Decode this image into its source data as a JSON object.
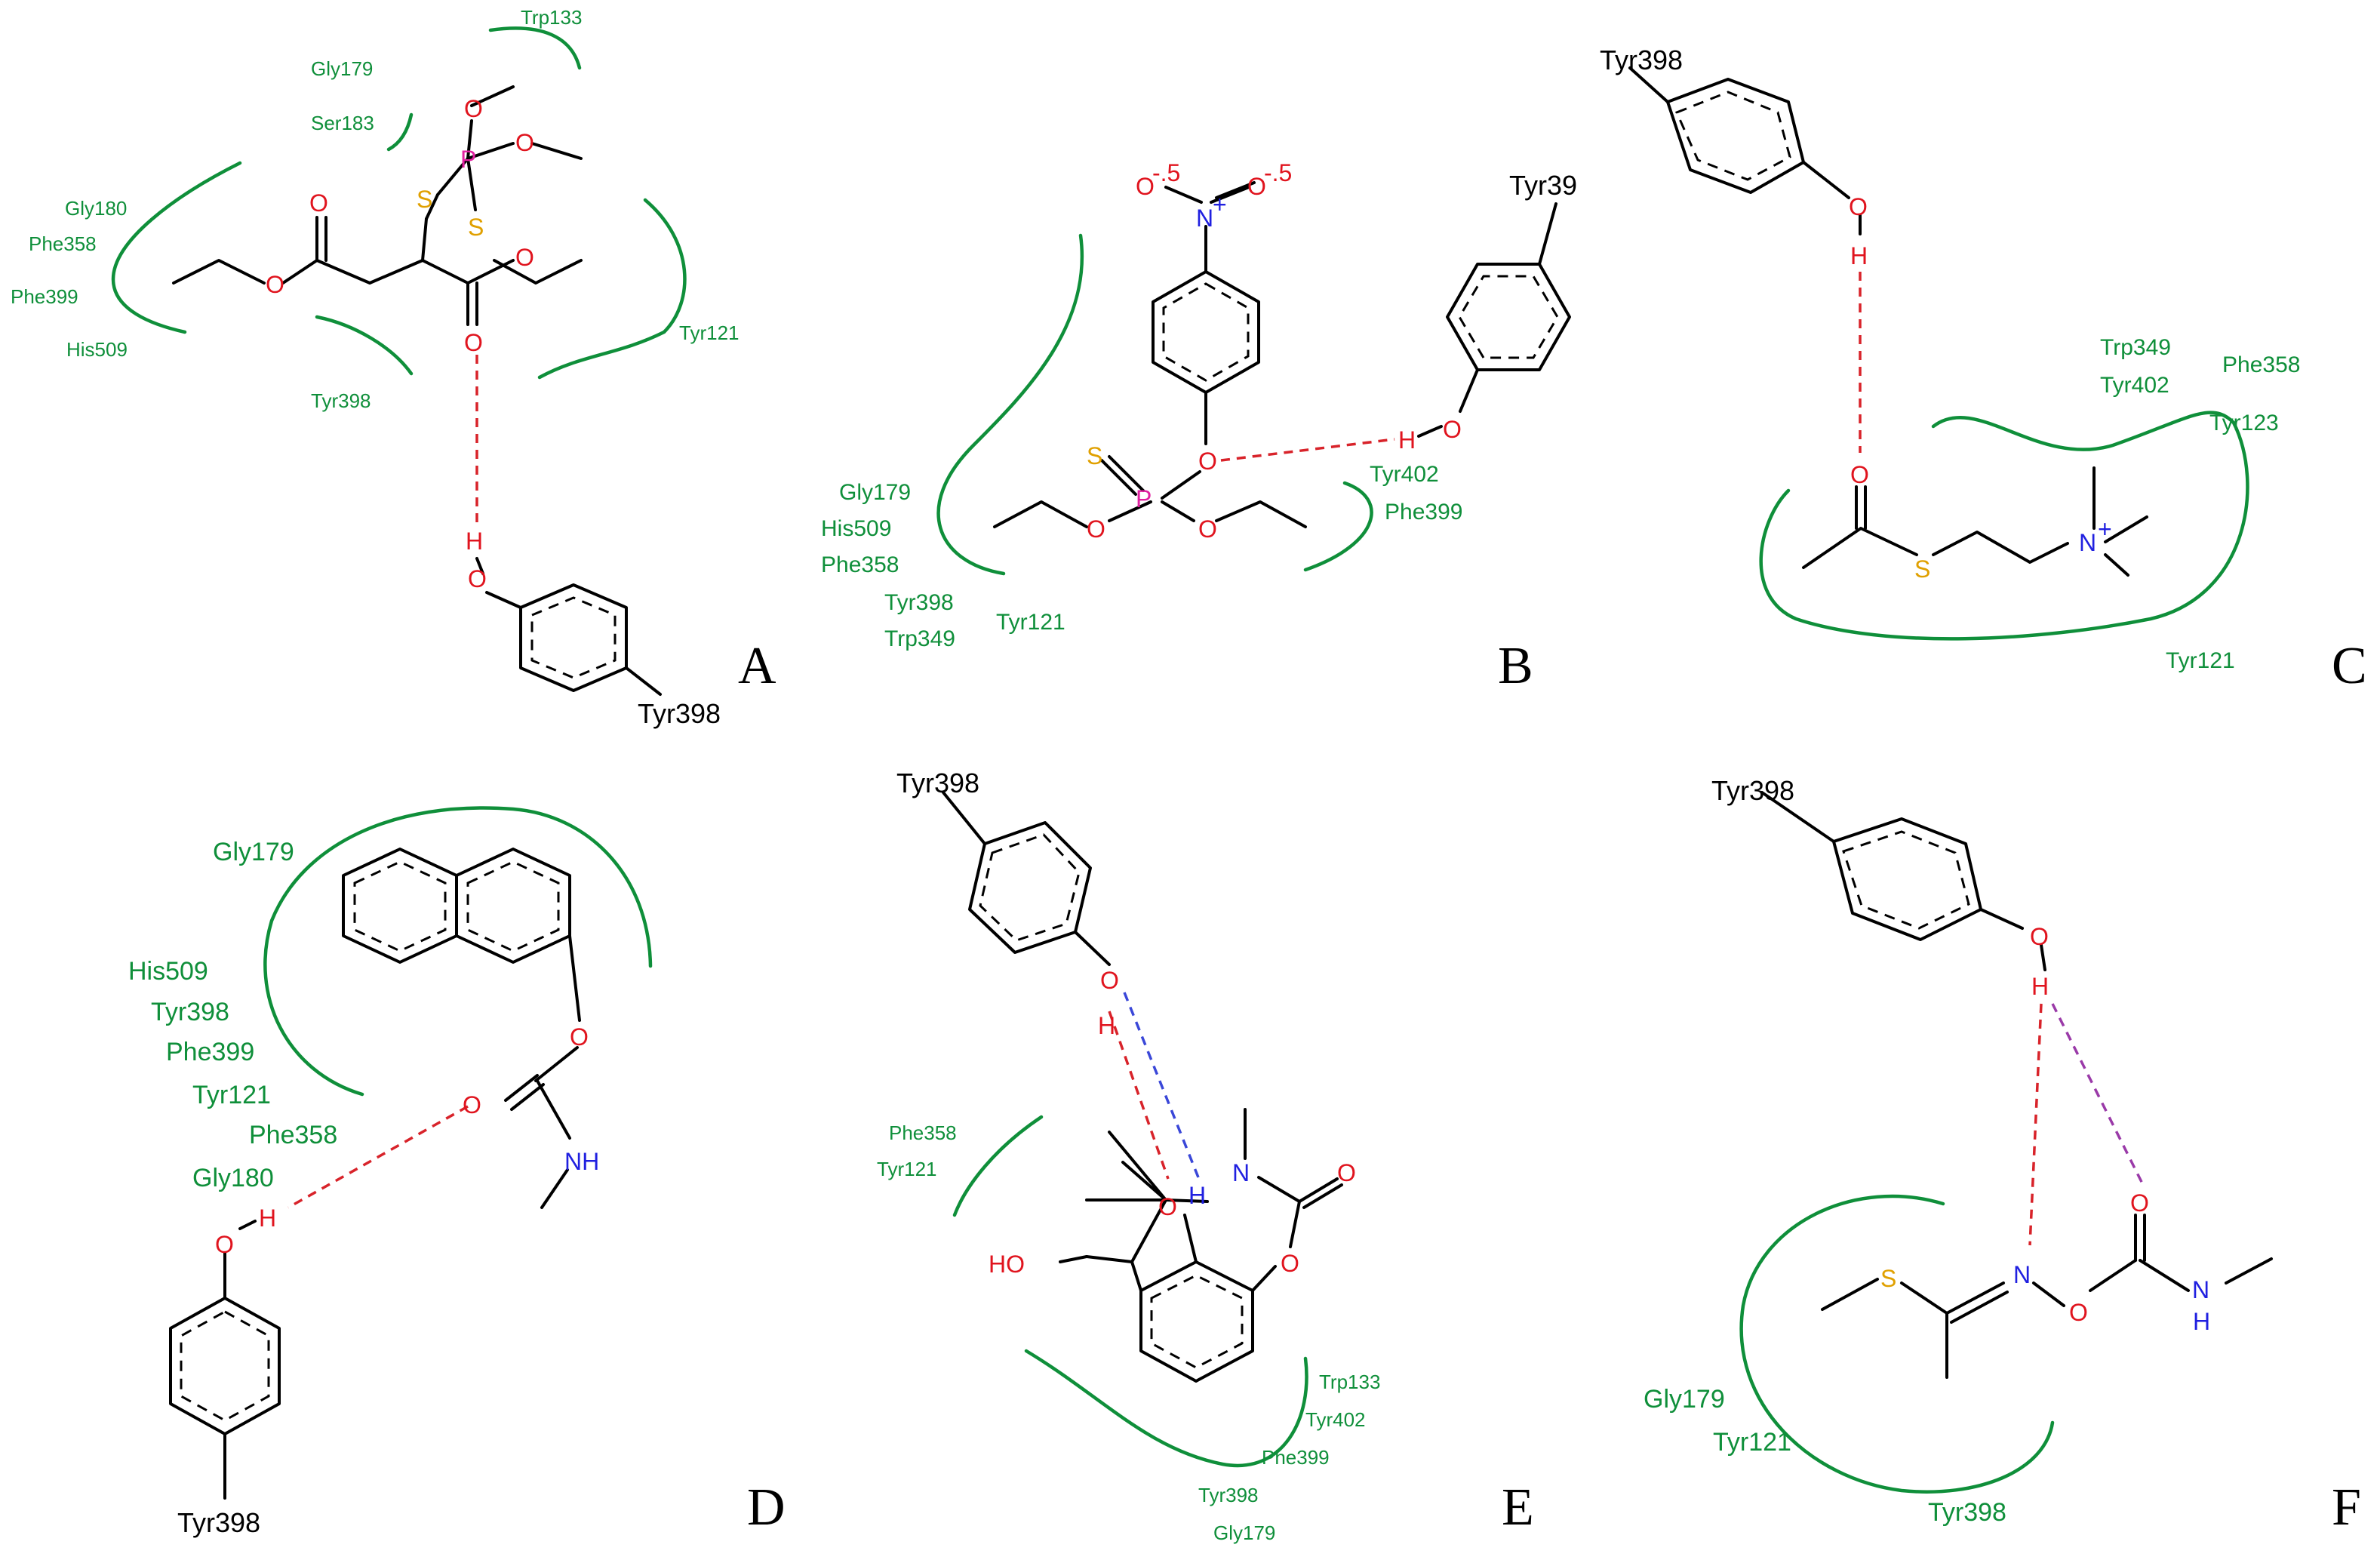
{
  "panels": [
    {
      "letter": "A",
      "anchor": "Tyr398",
      "residues": [
        "Trp133",
        "Gly179",
        "Ser183",
        "Gly180",
        "Phe358",
        "Phe399",
        "His509",
        "Tyr398",
        "Tyr121"
      ],
      "atoms": {
        "O": "O",
        "S": "S",
        "P": "P",
        "H": "H"
      }
    },
    {
      "letter": "B",
      "anchor": "Tyr39",
      "residues": [
        "Gly179",
        "His509",
        "Phe358",
        "Tyr398",
        "Trp349",
        "Tyr121",
        "Tyr402",
        "Phe399"
      ],
      "atoms": {
        "O": "O",
        "S": "S",
        "P": "P",
        "H": "H",
        "N": "N",
        "charge_plus": "+",
        "charge_half": "-.5"
      }
    },
    {
      "letter": "C",
      "anchor": "Tyr398",
      "residues": [
        "Trp349",
        "Tyr402",
        "Phe358",
        "Tyr123",
        "Tyr121"
      ],
      "atoms": {
        "O": "O",
        "S": "S",
        "H": "H",
        "N": "N",
        "charge_plus": "+"
      }
    },
    {
      "letter": "D",
      "anchor": "Tyr398",
      "residues": [
        "Gly179",
        "His509",
        "Tyr398",
        "Phe399",
        "Tyr121",
        "Phe358",
        "Gly180"
      ],
      "atoms": {
        "O": "O",
        "NH": "NH",
        "H": "H"
      }
    },
    {
      "letter": "E",
      "anchor": "Tyr398",
      "residues": [
        "Phe358",
        "Tyr121",
        "Trp133",
        "Tyr402",
        "Phe399",
        "Tyr398",
        "Gly179"
      ],
      "atoms": {
        "O": "O",
        "N": "N",
        "H": "H",
        "HO": "HO"
      }
    },
    {
      "letter": "F",
      "anchor": "Tyr398",
      "residues": [
        "Gly179",
        "Tyr121",
        "Tyr398"
      ],
      "atoms": {
        "O": "O",
        "N": "N",
        "S": "S",
        "H": "H"
      }
    }
  ],
  "colors": {
    "residue_green": "#0f8f3a",
    "oxygen_red": "#e0141e",
    "nitrogen_blue": "#2020e0",
    "sulfur_yellow": "#e0a000",
    "phosphorus_pink": "#e020a0",
    "hbond_red": "#d8232a",
    "hbond_blue": "#3a47d8",
    "hbond_purple": "#9a3aa8"
  }
}
